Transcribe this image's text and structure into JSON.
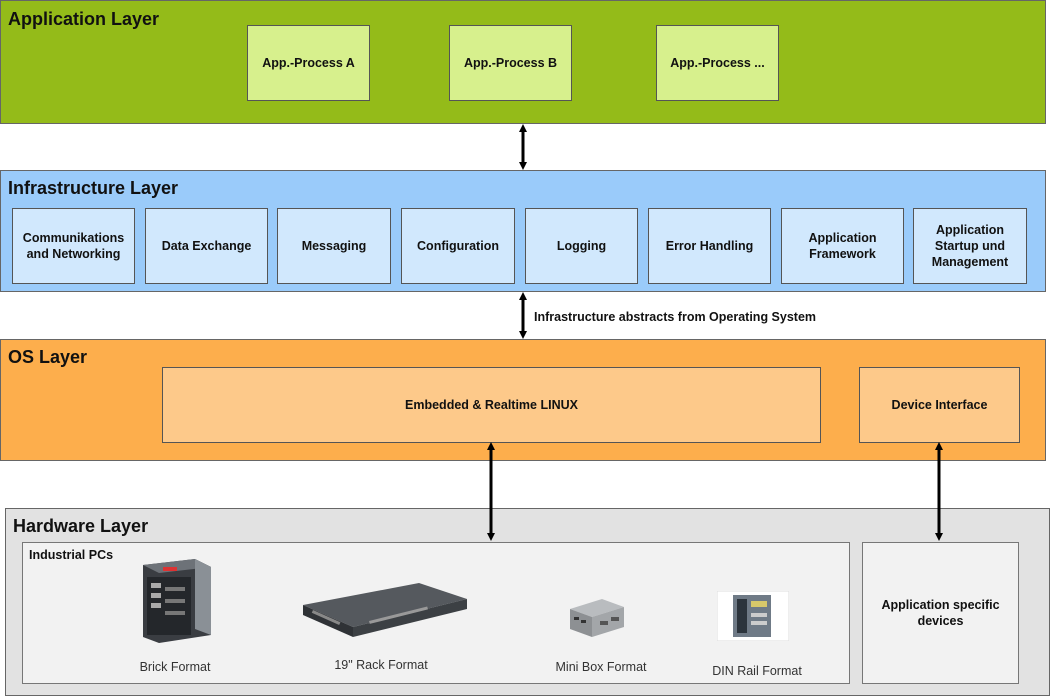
{
  "application_layer": {
    "title": "Application Layer",
    "processes": [
      "App.-Process A",
      "App.-Process B",
      "App.-Process ..."
    ]
  },
  "infrastructure_layer": {
    "title": "Infrastructure Layer",
    "components": [
      "Communikations\nand Networking",
      "Data Exchange",
      "Messaging",
      "Configuration",
      "Logging",
      "Error Handling",
      "Application\nFramework",
      "Application\nStartup und\nManagement"
    ]
  },
  "connector_label": "Infrastructure abstracts from Operating System",
  "os_layer": {
    "title": "OS Layer",
    "linux": "Embedded & Realtime LINUX",
    "device_interface": "Device Interface"
  },
  "hardware_layer": {
    "title": "Hardware Layer",
    "industrial_pcs": {
      "title": "Industrial PCs",
      "formats": [
        "Brick Format",
        "19\" Rack Format",
        "Mini Box Format",
        "DIN Rail Format"
      ]
    },
    "application_devices": "Application specific\ndevices"
  },
  "colors": {
    "application": "#94bb19",
    "application_box": "#d7f08d",
    "infrastructure": "#9acbfa",
    "infrastructure_box": "#d1e8fd",
    "os": "#fdae4c",
    "os_box": "#fdc98a",
    "hardware": "#e2e2e2"
  }
}
